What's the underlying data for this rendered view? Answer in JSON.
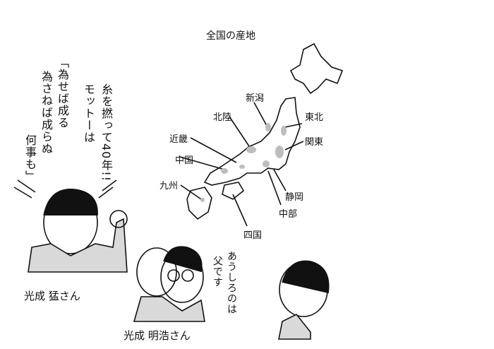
{
  "map": {
    "title": "全国の産地",
    "regions": [
      "新潟",
      "東北",
      "北陸",
      "関東",
      "近畿",
      "中国",
      "九州",
      "静岡",
      "中部",
      "四国"
    ]
  },
  "speech": {
    "line1": "糸を撚って40年!!",
    "line2": "モットーは",
    "quote1": "「為せば成る",
    "quote2": "為さねば成らぬ",
    "quote3": "何事も」"
  },
  "son_speech": {
    "line1": "あうしろのは",
    "line2": "父です"
  },
  "captions": {
    "father": "光成 猛さん",
    "son": "光成 明浩さん"
  },
  "colors": {
    "shade": "#d9d9d9",
    "ink": "#111111"
  }
}
